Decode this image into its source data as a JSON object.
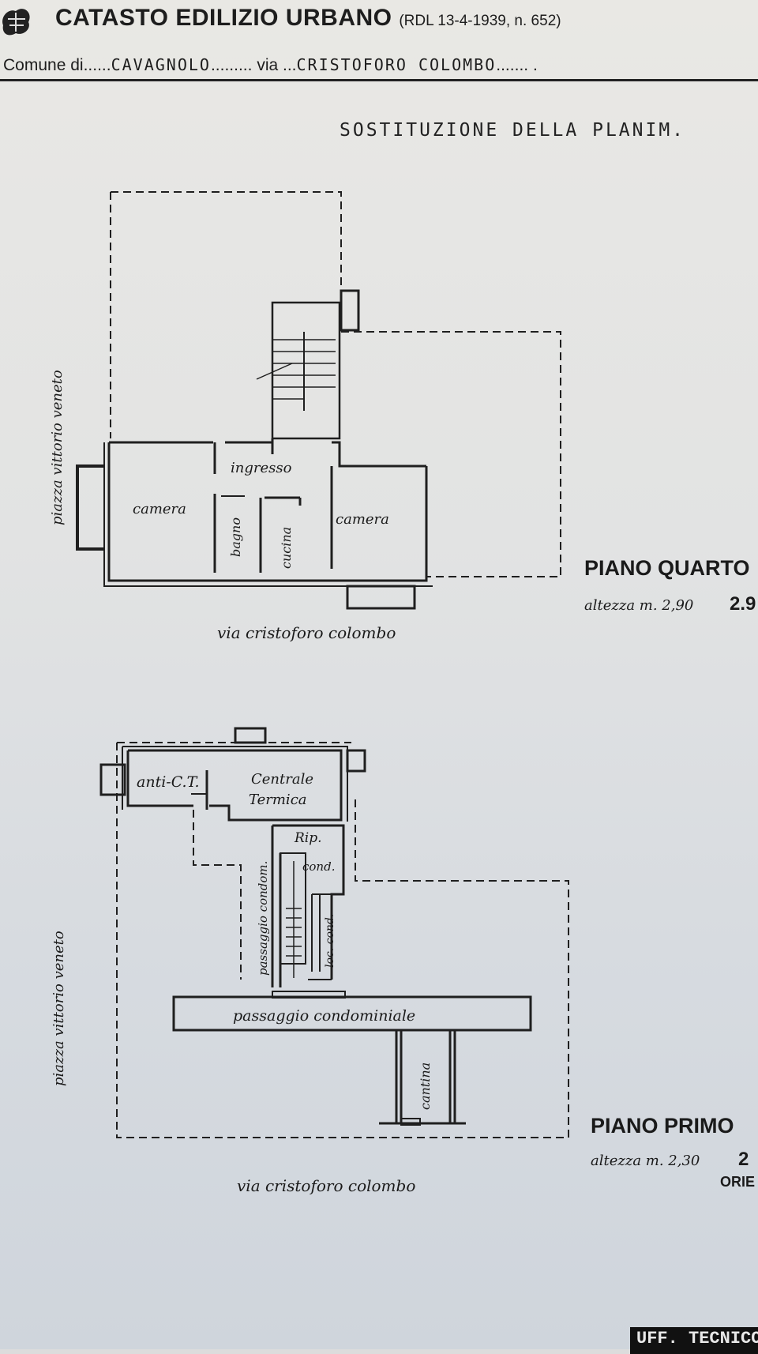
{
  "header": {
    "title": "CATASTO EDILIZIO URBANO",
    "decree": "(RDL 13-4-1939, n. 652)",
    "comune_label": "Comune di",
    "comune_value": "CAVAGNOLO",
    "via_label": "via",
    "via_value": "CRISTOFORO COLOMBO"
  },
  "subtitle": "SOSTITUZIONE DELLA PLANIM.",
  "plan_top": {
    "floor": "PIANO QUARTO",
    "height": "altezza m. 2,90",
    "height_suffix": "2.9",
    "street_side": "piazza vittorio veneto",
    "street_bottom": "via cristoforo colombo",
    "rooms": {
      "camera_left": "camera",
      "ingresso": "ingresso",
      "bagno": "bagno",
      "cucina": "cucina",
      "camera_right": "camera"
    }
  },
  "plan_bottom": {
    "floor": "PIANO PRIMO",
    "height": "altezza m. 2,30",
    "height_suffix": "2",
    "orientation": "ORIE",
    "street_side": "piazza vittorio veneto",
    "street_bottom": "via cristoforo colombo",
    "rooms": {
      "anti_ct": "anti-C.T.",
      "centrale_1": "Centrale",
      "centrale_2": "Termica",
      "rip_1": "Rip.",
      "rip_2": "cond.",
      "passaggio_vert": "passaggio condom.",
      "loc_cond": "loc. cond.",
      "passaggio_h": "passaggio condominiale",
      "cantina": "cantina"
    }
  },
  "stamp": "UFF. TECNICO"
}
